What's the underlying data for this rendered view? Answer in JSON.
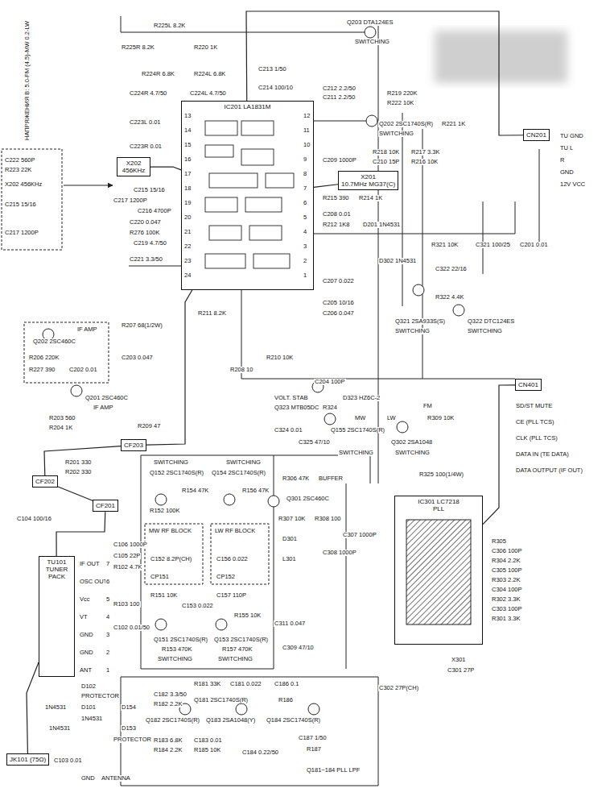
{
  "diagram": {
    "nodes": [
      {
        "text": [
          "IC201 LA1831M"
        ]
      },
      {
        "text": [
          "X202 456KHz"
        ]
      },
      {
        "text": [
          "X201",
          "10.7MHz MG37(C)"
        ]
      },
      {
        "text": [
          "CN201"
        ]
      },
      {
        "text": [
          "CF202"
        ]
      },
      {
        "text": [
          "CF203"
        ]
      },
      {
        "text": [
          "CF201"
        ]
      },
      {
        "text": [
          "CN401"
        ]
      },
      {
        "text": [
          "IC301 LC7218",
          "PLL"
        ]
      },
      {
        "text": [
          "TU101",
          "TUNER PACK"
        ]
      },
      {
        "text": [
          "JK101 (75Ω)"
        ]
      }
    ],
    "edges": [
      {
        "from": 1,
        "to": 0,
        "arrow": "none"
      },
      {
        "from": 2,
        "to": 0,
        "arrow": "none"
      },
      {
        "from": 0,
        "to": 3,
        "arrow": "none"
      },
      {
        "from": 4,
        "to": 5,
        "arrow": "none"
      },
      {
        "from": 5,
        "to": 0,
        "arrow": "none"
      },
      {
        "from": 6,
        "to": 4,
        "arrow": "none"
      },
      {
        "from": 9,
        "to": 6,
        "arrow": "none"
      },
      {
        "from": 8,
        "to": 7,
        "arrow": "none"
      },
      {
        "from": 10,
        "to": 9,
        "arrow": "none"
      }
    ],
    "labels": [
      "НАПРЯЖЕНИЯ В: 5.0-FM (4.5)-MW 0.2-LW",
      "R225L 8.2K",
      "R225R 8.2K",
      "R220 1K",
      "R224R 6.8K",
      "R224L 6.8K",
      "C224R 4.7/50",
      "C224L 4.7/50",
      "C213 1/50",
      "C214 100/10",
      "Q203 DTA124ES",
      "SWITCHING",
      "R219 220K",
      "R222 10K",
      "Q202 2SC1740S(R)",
      "SWITCHING",
      "R221 1K",
      "C212 2.2/50",
      "C211 2.2/50",
      "R218 10K",
      "C210 15P",
      "R217 3.3K",
      "R216 10K",
      "C223L 0.01",
      "C223R 0.01",
      "C222 560P",
      "R223 22K",
      "X202 456KHz",
      "C215 15/16",
      "C217 1200P",
      "C217 1200P",
      "C215 15/16",
      "C216 4700P",
      "C220 0.047",
      "R276 100K",
      "C219 4.7/50",
      "C221 3.3/50",
      "C209 1000P",
      "R215 390",
      "R214 1K",
      "C208 0.01",
      "R212 1K8",
      "D201 1N4531",
      "C207 0.022",
      "C205 10/16",
      "C206 0.047",
      "R211 8.2K",
      "R210 10K",
      "R207 68(1/2W)",
      "C203 0.047",
      "R208 10",
      "C204 100P",
      "R209 47",
      "Q202 2SC460C",
      "IF AMP",
      "R206 220K",
      "R227 390",
      "C202 0.01",
      "Q201 2SC460C",
      "IF AMP",
      "R203 560",
      "R204 1K",
      "R201 330",
      "R202 330",
      "C104 100/16",
      "C106 1000P",
      "C105 22P",
      "R102 4.7K",
      "R103 100",
      "C102 0.01/50",
      "ANT",
      "GND",
      "GND",
      "VT",
      "Vcc",
      "OSC OUT",
      "IF OUT",
      "1",
      "2",
      "3",
      "4",
      "5",
      "6",
      "7",
      "D102",
      "PROTECTOR",
      "D101",
      "1N4531",
      "D154",
      "1N4531",
      "D153",
      "PROTECTOR",
      "1N4531",
      "C103 0.01",
      "GND",
      "ANTENNA",
      "SWITCHING",
      "Q152 2SC1740S(R)",
      "R154 47K",
      "SWITCHING",
      "Q154 2SC1740S(R)",
      "R156 47K",
      "R152 100K",
      "MW RF BLOCK",
      "LW RF BLOCK",
      "C152 8.2P(CH)",
      "C156 0.022",
      "CP151",
      "CP152",
      "R151 10K",
      "C153 0.022",
      "C157 110P",
      "R155 10K",
      "Q151 2SC1740S(R)",
      "R153 470K",
      "SWITCHING",
      "Q153 2SC1740S(R)",
      "R157 470K",
      "SWITCHING",
      "R181 33K",
      "C181 0.022",
      "C186 0.1",
      "C182 3.3/50",
      "R182 2.2K",
      "Q181 2SC1740S(R)",
      "R186",
      "Q182 2SC1740S(R)",
      "R183 6.8K",
      "R184 2.2K",
      "Q183 2SA1048(Y)",
      "Q184 2SC1740S(R)",
      "C183 0.01",
      "R185 10K",
      "C184 0.22/50",
      "C187 1/50",
      "R187",
      "Q181~184 PLL LPF",
      "R306 47K",
      "BUFFER",
      "Q301 2SC460C",
      "R307 10K",
      "R308 100",
      "C307 1000P",
      "C308 1000P",
      "L301",
      "D301",
      "C311 0.047",
      "C309 47/10",
      "R305",
      "C306 100P",
      "R304 2.2K",
      "C305 100P",
      "R303 2.2K",
      "C304 100P",
      "R302 3.3K",
      "C303 100P",
      "R301 3.3K",
      "X301",
      "C301 27P",
      "C302 27P(CH)",
      "VOLT. STAB",
      "Q323 MTB05DC",
      "R324",
      "D323 HZ6C-2",
      "C324 0.01",
      "C325 47/10",
      "MW",
      "Q155 2SC1740S(R)",
      "SWITCHING",
      "LW",
      "Q302 2SA1048",
      "FM",
      "R309 10K",
      "SWITCHING",
      "R325 100(1/4W)",
      "D302 1N4531",
      "Q321 2SA933S(S)",
      "SWITCHING",
      "R321 10K",
      "C322 22/16",
      "R322 4.4K",
      "Q322 DTC124ES",
      "SWITCHING",
      "C321 100/25",
      "C201 0.01",
      "TU GND",
      "TU L",
      "R",
      "GND",
      "12V VCC",
      "SD/ST MUTE",
      "CE (PLL TCS)",
      "CLK (PLL TCS)",
      "DATA IN (TE DATA)",
      "DATA OUTPUT (IF OUT)",
      "13",
      "14",
      "15",
      "16",
      "17",
      "18",
      "19",
      "20",
      "21",
      "22",
      "23",
      "24",
      "12",
      "11",
      "10",
      "9",
      "8",
      "7",
      "6",
      "5",
      "4",
      "3",
      "2",
      "1"
    ]
  }
}
